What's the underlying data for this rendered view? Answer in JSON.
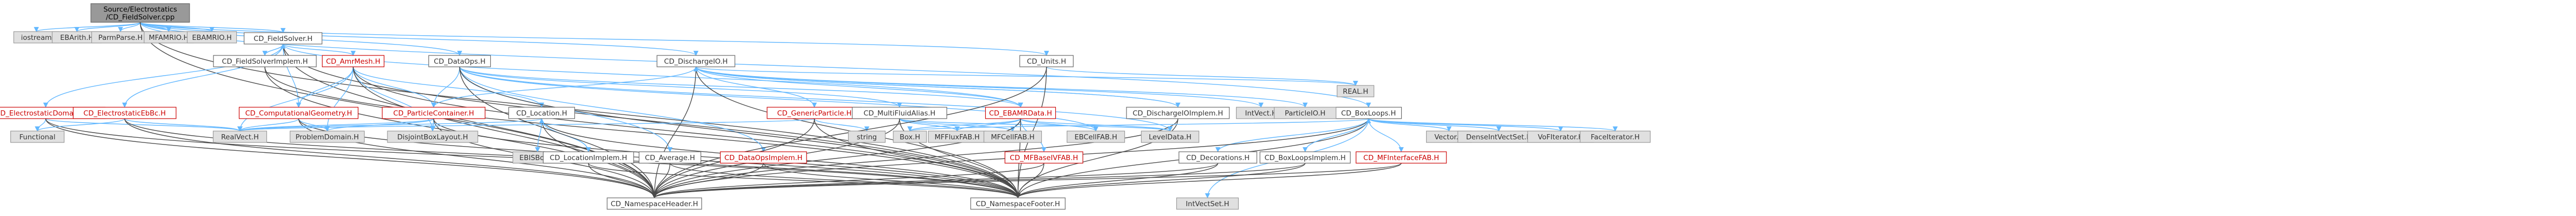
{
  "diagram": {
    "type": "include-dependency-graph",
    "colors": {
      "node_fill": "#ffffff",
      "node_border": "#666666",
      "node_text": "#333333",
      "root_fill": "#999999",
      "root_border": "#666666",
      "root_text": "#000000",
      "external_fill": "#e0e0e0",
      "external_border": "#999999",
      "red_text": "#cc0000",
      "edge_blue": "#63b8ff",
      "edge_dark": "#4a4a4a"
    },
    "nodes": [
      {
        "id": "root",
        "label": [
          "Source/Electrostatics",
          "/CD_FieldSolver.cpp"
        ],
        "style": "root"
      },
      {
        "id": "iostream",
        "label": [
          "iostream"
        ],
        "style": "external"
      },
      {
        "id": "EBArith",
        "label": [
          "EBArith.H"
        ],
        "style": "external"
      },
      {
        "id": "ParmParse",
        "label": [
          "ParmParse.H"
        ],
        "style": "external"
      },
      {
        "id": "MFAMRIO",
        "label": [
          "MFAMRIO.H"
        ],
        "style": "external"
      },
      {
        "id": "EBAMRIO",
        "label": [
          "EBAMRIO.H"
        ],
        "style": "external"
      },
      {
        "id": "FieldSolver",
        "label": [
          "CD_FieldSolver.H"
        ],
        "style": "normal"
      },
      {
        "id": "DataOps",
        "label": [
          "CD_DataOps.H"
        ],
        "style": "normal"
      },
      {
        "id": "DischargeIO",
        "label": [
          "CD_DischargeIO.H"
        ],
        "style": "normal"
      },
      {
        "id": "Units",
        "label": [
          "CD_Units.H"
        ],
        "style": "normal"
      },
      {
        "id": "BoxLoops",
        "label": [
          "CD_BoxLoops.H"
        ],
        "style": "normal"
      },
      {
        "id": "ElectrostaticDomainBc",
        "label": [
          "CD_ElectrostaticDomainBc.H"
        ],
        "style": "red"
      },
      {
        "id": "ElectrostaticEbBc",
        "label": [
          "CD_ElectrostaticEbBc.H"
        ],
        "style": "red"
      },
      {
        "id": "FieldSolverImplem",
        "label": [
          "CD_FieldSolverImplem.H"
        ],
        "style": "normal"
      },
      {
        "id": "AmrMesh",
        "label": [
          "CD_AmrMesh.H"
        ],
        "style": "red"
      },
      {
        "id": "ComputationalGeometry",
        "label": [
          "CD_ComputationalGeometry.H"
        ],
        "style": "red"
      },
      {
        "id": "ParticleContainer",
        "label": [
          "CD_ParticleContainer.H"
        ],
        "style": "red"
      },
      {
        "id": "Location",
        "label": [
          "CD_Location.H"
        ],
        "style": "normal"
      },
      {
        "id": "GenericParticle",
        "label": [
          "CD_GenericParticle.H"
        ],
        "style": "red"
      },
      {
        "id": "MultiFluidAlias",
        "label": [
          "CD_MultiFluidAlias.H"
        ],
        "style": "normal"
      },
      {
        "id": "EBAMRData",
        "label": [
          "CD_EBAMRData.H"
        ],
        "style": "red"
      },
      {
        "id": "DischargeIOImplem",
        "label": [
          "CD_DischargeIOImplem.H"
        ],
        "style": "normal"
      },
      {
        "id": "IntVect",
        "label": [
          "IntVect.H"
        ],
        "style": "external"
      },
      {
        "id": "ParticleIO",
        "label": [
          "ParticleIO.H"
        ],
        "style": "external"
      },
      {
        "id": "REAL",
        "label": [
          "REAL.H"
        ],
        "style": "external"
      },
      {
        "id": "Functional",
        "label": [
          "Functional"
        ],
        "style": "external"
      },
      {
        "id": "RealVect",
        "label": [
          "RealVect.H"
        ],
        "style": "external"
      },
      {
        "id": "ProblemDomain",
        "label": [
          "ProblemDomain.H"
        ],
        "style": "external"
      },
      {
        "id": "DisjointBoxLayout",
        "label": [
          "DisjointBoxLayout.H"
        ],
        "style": "external"
      },
      {
        "id": "EBISBox",
        "label": [
          "EBISBox.H"
        ],
        "style": "external"
      },
      {
        "id": "LocationImplem",
        "label": [
          "CD_LocationImplem.H"
        ],
        "style": "normal"
      },
      {
        "id": "Average",
        "label": [
          "CD_Average.H"
        ],
        "style": "normal"
      },
      {
        "id": "DataOpsImplem",
        "label": [
          "CD_DataOpsImplem.H"
        ],
        "style": "red"
      },
      {
        "id": "string",
        "label": [
          "string"
        ],
        "style": "external"
      },
      {
        "id": "BoxH",
        "label": [
          "Box.H"
        ],
        "style": "external"
      },
      {
        "id": "MFFluxFAB",
        "label": [
          "MFFluxFAB.H"
        ],
        "style": "external"
      },
      {
        "id": "MFCellFAB",
        "label": [
          "MFCellFAB.H"
        ],
        "style": "external"
      },
      {
        "id": "EBCellFAB",
        "label": [
          "EBCellFAB.H"
        ],
        "style": "external"
      },
      {
        "id": "MFBaseIVFAB",
        "label": [
          "CD_MFBaseIVFAB.H"
        ],
        "style": "red"
      },
      {
        "id": "LevelData",
        "label": [
          "LevelData.H"
        ],
        "style": "external"
      },
      {
        "id": "Decorations",
        "label": [
          "CD_Decorations.H"
        ],
        "style": "normal"
      },
      {
        "id": "BoxLoopsImplem",
        "label": [
          "CD_BoxLoopsImplem.H"
        ],
        "style": "normal"
      },
      {
        "id": "MFInterfaceFAB",
        "label": [
          "CD_MFInterfaceFAB.H"
        ],
        "style": "red"
      },
      {
        "id": "VectorH",
        "label": [
          "Vector.H"
        ],
        "style": "external"
      },
      {
        "id": "DenseIntVectSet",
        "label": [
          "DenseIntVectSet.H"
        ],
        "style": "external"
      },
      {
        "id": "VoFIterator",
        "label": [
          "VoFIterator.H"
        ],
        "style": "external"
      },
      {
        "id": "FaceIterator",
        "label": [
          "FaceIterator.H"
        ],
        "style": "external"
      },
      {
        "id": "NamespaceHeader",
        "label": [
          "CD_NamespaceHeader.H"
        ],
        "style": "normal"
      },
      {
        "id": "NamespaceFooter",
        "label": [
          "CD_NamespaceFooter.H"
        ],
        "style": "normal"
      },
      {
        "id": "IntVectSet",
        "label": [
          "IntVectSet.H"
        ],
        "style": "external"
      }
    ],
    "edges": [
      [
        "root",
        "iostream"
      ],
      [
        "root",
        "EBArith"
      ],
      [
        "root",
        "ParmParse"
      ],
      [
        "root",
        "MFAMRIO"
      ],
      [
        "root",
        "EBAMRIO"
      ],
      [
        "root",
        "FieldSolver"
      ],
      [
        "root",
        "DataOps"
      ],
      [
        "root",
        "DischargeIO"
      ],
      [
        "root",
        "Units"
      ],
      [
        "root",
        "BoxLoops"
      ],
      [
        "root",
        "NamespaceHeader"
      ],
      [
        "root",
        "NamespaceFooter"
      ],
      [
        "FieldSolver",
        "ElectrostaticDomainBc"
      ],
      [
        "FieldSolver",
        "ElectrostaticEbBc"
      ],
      [
        "FieldSolver",
        "FieldSolverImplem"
      ],
      [
        "FieldSolver",
        "AmrMesh"
      ],
      [
        "FieldSolver",
        "ComputationalGeometry"
      ],
      [
        "FieldSolver",
        "EBAMRData"
      ],
      [
        "FieldSolver",
        "NamespaceHeader"
      ],
      [
        "FieldSolver",
        "NamespaceFooter"
      ],
      [
        "FieldSolverImplem",
        "FieldSolver"
      ],
      [
        "FieldSolverImplem",
        "NamespaceHeader"
      ],
      [
        "FieldSolverImplem",
        "NamespaceFooter"
      ],
      [
        "ElectrostaticDomainBc",
        "Functional"
      ],
      [
        "ElectrostaticDomainBc",
        "RealVect"
      ],
      [
        "ElectrostaticDomainBc",
        "NamespaceHeader"
      ],
      [
        "ElectrostaticDomainBc",
        "NamespaceFooter"
      ],
      [
        "ElectrostaticEbBc",
        "Functional"
      ],
      [
        "ElectrostaticEbBc",
        "RealVect"
      ],
      [
        "ElectrostaticEbBc",
        "NamespaceHeader"
      ],
      [
        "ElectrostaticEbBc",
        "NamespaceFooter"
      ],
      [
        "AmrMesh",
        "ComputationalGeometry"
      ],
      [
        "AmrMesh",
        "ParticleContainer"
      ],
      [
        "AmrMesh",
        "Location"
      ],
      [
        "AmrMesh",
        "ProblemDomain"
      ],
      [
        "AmrMesh",
        "DisjointBoxLayout"
      ],
      [
        "AmrMesh",
        "RealVect"
      ],
      [
        "AmrMesh",
        "NamespaceHeader"
      ],
      [
        "AmrMesh",
        "NamespaceFooter"
      ],
      [
        "ComputationalGeometry",
        "RealVect"
      ],
      [
        "ComputationalGeometry",
        "ProblemDomain"
      ],
      [
        "ComputationalGeometry",
        "NamespaceHeader"
      ],
      [
        "ComputationalGeometry",
        "NamespaceFooter"
      ],
      [
        "ParticleContainer",
        "ProblemDomain"
      ],
      [
        "ParticleContainer",
        "DisjointBoxLayout"
      ],
      [
        "ParticleContainer",
        "RealVect"
      ],
      [
        "ParticleContainer",
        "NamespaceHeader"
      ],
      [
        "ParticleContainer",
        "NamespaceFooter"
      ],
      [
        "Location",
        "EBISBox"
      ],
      [
        "Location",
        "LocationImplem"
      ],
      [
        "Location",
        "RealVect"
      ],
      [
        "Location",
        "NamespaceHeader"
      ],
      [
        "Location",
        "NamespaceFooter"
      ],
      [
        "LocationImplem",
        "Location"
      ],
      [
        "LocationImplem",
        "NamespaceHeader"
      ],
      [
        "LocationImplem",
        "NamespaceFooter"
      ],
      [
        "DataOps",
        "ParticleContainer"
      ],
      [
        "DataOps",
        "EBAMRData"
      ],
      [
        "DataOps",
        "MultiFluidAlias"
      ],
      [
        "DataOps",
        "Average"
      ],
      [
        "DataOps",
        "DataOpsImplem"
      ],
      [
        "DataOps",
        "LevelData"
      ],
      [
        "DataOps",
        "EBCellFAB"
      ],
      [
        "DataOps",
        "NamespaceHeader"
      ],
      [
        "DataOps",
        "NamespaceFooter"
      ],
      [
        "DischargeIO",
        "GenericParticle"
      ],
      [
        "DischargeIO",
        "EBAMRData"
      ],
      [
        "DischargeIO",
        "DischargeIOImplem"
      ],
      [
        "DischargeIO",
        "IntVect"
      ],
      [
        "DischargeIO",
        "ParticleIO"
      ],
      [
        "DischargeIO",
        "REAL"
      ],
      [
        "DischargeIO",
        "ParticleContainer"
      ],
      [
        "DischargeIO",
        "NamespaceHeader"
      ],
      [
        "DischargeIO",
        "NamespaceFooter"
      ],
      [
        "DischargeIOImplem",
        "DischargeIO"
      ],
      [
        "DischargeIOImplem",
        "NamespaceHeader"
      ],
      [
        "DischargeIOImplem",
        "NamespaceFooter"
      ],
      [
        "GenericParticle",
        "string"
      ],
      [
        "GenericParticle",
        "RealVect"
      ],
      [
        "GenericParticle",
        "NamespaceHeader"
      ],
      [
        "GenericParticle",
        "NamespaceFooter"
      ],
      [
        "MultiFluidAlias",
        "MFFluxFAB"
      ],
      [
        "MultiFluidAlias",
        "MFCellFAB"
      ],
      [
        "MultiFluidAlias",
        "LevelData"
      ],
      [
        "MultiFluidAlias",
        "NamespaceHeader"
      ],
      [
        "MultiFluidAlias",
        "NamespaceFooter"
      ],
      [
        "EBAMRData",
        "MFBaseIVFAB"
      ],
      [
        "EBAMRData",
        "MFFluxFAB"
      ],
      [
        "EBAMRData",
        "MFCellFAB"
      ],
      [
        "EBAMRData",
        "LevelData"
      ],
      [
        "EBAMRData",
        "EBCellFAB"
      ],
      [
        "EBAMRData",
        "BoxH"
      ],
      [
        "EBAMRData",
        "NamespaceHeader"
      ],
      [
        "EBAMRData",
        "NamespaceFooter"
      ],
      [
        "MFBaseIVFAB",
        "NamespaceHeader"
      ],
      [
        "MFBaseIVFAB",
        "NamespaceFooter"
      ],
      [
        "Average",
        "NamespaceHeader"
      ],
      [
        "Average",
        "NamespaceFooter"
      ],
      [
        "DataOpsImplem",
        "NamespaceHeader"
      ],
      [
        "DataOpsImplem",
        "NamespaceFooter"
      ],
      [
        "Units",
        "REAL"
      ],
      [
        "Units",
        "NamespaceHeader"
      ],
      [
        "Units",
        "NamespaceFooter"
      ],
      [
        "BoxLoops",
        "Decorations"
      ],
      [
        "BoxLoops",
        "BoxLoopsImplem"
      ],
      [
        "BoxLoops",
        "MFInterfaceFAB"
      ],
      [
        "BoxLoops",
        "VectorH"
      ],
      [
        "BoxLoops",
        "DenseIntVectSet"
      ],
      [
        "BoxLoops",
        "VoFIterator"
      ],
      [
        "BoxLoops",
        "FaceIterator"
      ],
      [
        "BoxLoops",
        "BoxH"
      ],
      [
        "BoxLoops",
        "IntVectSet"
      ],
      [
        "BoxLoops",
        "NamespaceHeader"
      ],
      [
        "BoxLoops",
        "NamespaceFooter"
      ],
      [
        "BoxLoopsImplem",
        "BoxLoops"
      ],
      [
        "BoxLoopsImplem",
        "NamespaceHeader"
      ],
      [
        "BoxLoopsImplem",
        "NamespaceFooter"
      ],
      [
        "Decorations",
        "NamespaceHeader"
      ],
      [
        "Decorations",
        "NamespaceFooter"
      ],
      [
        "MFInterfaceFAB",
        "NamespaceHeader"
      ],
      [
        "MFInterfaceFAB",
        "NamespaceFooter"
      ]
    ]
  }
}
